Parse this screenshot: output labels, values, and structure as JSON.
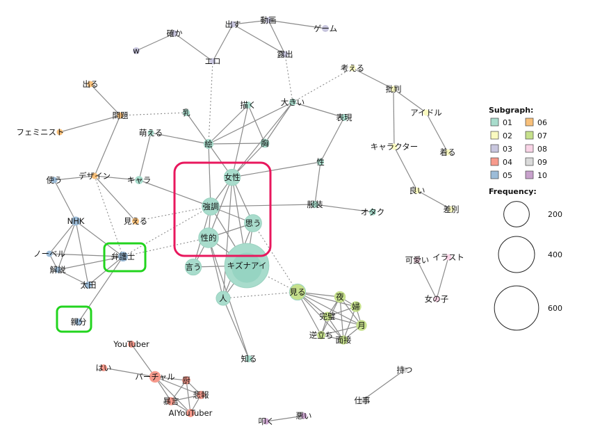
{
  "colors": {
    "01": "#a8dccc",
    "02": "#fafac0",
    "03": "#c8c6de",
    "04": "#f79a8c",
    "05": "#9cbcd8",
    "06": "#f8c07a",
    "07": "#c6e08c",
    "08": "#f9d4e6",
    "09": "#dadada",
    "10": "#c8a2cc"
  },
  "legend": {
    "subgraph_title": "Subgraph:",
    "subgraph_items": [
      "01",
      "02",
      "03",
      "04",
      "05",
      "06",
      "07",
      "08",
      "09",
      "10"
    ],
    "frequency_title": "Frequency:",
    "frequency_items": [
      200,
      400,
      600
    ]
  },
  "nodes": [
    {
      "id": "kizuna",
      "label": "キズナアイ",
      "group": "01",
      "freq": 600
    },
    {
      "id": "seiteki",
      "label": "性的",
      "group": "01",
      "freq": 120
    },
    {
      "id": "kyocho",
      "label": "強調",
      "group": "01",
      "freq": 90
    },
    {
      "id": "josei",
      "label": "女性",
      "group": "01",
      "freq": 80
    },
    {
      "id": "omou",
      "label": "思う",
      "group": "01",
      "freq": 90
    },
    {
      "id": "iu",
      "label": "言う",
      "group": "01",
      "freq": 80
    },
    {
      "id": "hito",
      "label": "人",
      "group": "01",
      "freq": 60
    },
    {
      "id": "e",
      "label": "絵",
      "group": "01",
      "freq": 30
    },
    {
      "id": "mune",
      "label": "胸",
      "group": "01",
      "freq": 25
    },
    {
      "id": "kaku",
      "label": "描く",
      "group": "01",
      "freq": 15
    },
    {
      "id": "chichi",
      "label": "乳",
      "group": "01",
      "freq": 15
    },
    {
      "id": "okii",
      "label": "大きい",
      "group": "01",
      "freq": 15
    },
    {
      "id": "hyogen",
      "label": "表現",
      "group": "01",
      "freq": 15
    },
    {
      "id": "sei",
      "label": "性",
      "group": "01",
      "freq": 15
    },
    {
      "id": "fukuso",
      "label": "服装",
      "group": "01",
      "freq": 15
    },
    {
      "id": "otaku",
      "label": "オタク",
      "group": "01",
      "freq": 15
    },
    {
      "id": "kyara",
      "label": "キャラ",
      "group": "01",
      "freq": 20
    },
    {
      "id": "moeru",
      "label": "萌える",
      "group": "01",
      "freq": 12
    },
    {
      "id": "shiru",
      "label": "知る",
      "group": "01",
      "freq": 15
    },
    {
      "id": "miru",
      "label": "見る",
      "group": "07",
      "freq": 80
    },
    {
      "id": "yoru",
      "label": "夜",
      "group": "07",
      "freq": 40
    },
    {
      "id": "tsuma",
      "label": "婦",
      "group": "07",
      "freq": 35
    },
    {
      "id": "kanpeki",
      "label": "完璧",
      "group": "07",
      "freq": 25
    },
    {
      "id": "tsuki",
      "label": "月",
      "group": "07",
      "freq": 35
    },
    {
      "id": "gyakudachi",
      "label": "逆立ち",
      "group": "07",
      "freq": 20
    },
    {
      "id": "mensetsu",
      "label": "面接",
      "group": "07",
      "freq": 25
    },
    {
      "id": "bengoshi",
      "label": "弁護士",
      "group": "05",
      "freq": 30
    },
    {
      "id": "nhk",
      "label": "NHK",
      "group": "05",
      "freq": 25
    },
    {
      "id": "nobel",
      "label": "ノーベル",
      "group": "05",
      "freq": 12
    },
    {
      "id": "kaisetsu",
      "label": "解説",
      "group": "05",
      "freq": 12
    },
    {
      "id": "ota",
      "label": "太田",
      "group": "05",
      "freq": 15
    },
    {
      "id": "oyabun",
      "label": "親分",
      "group": "05",
      "freq": 15
    },
    {
      "id": "tsukau",
      "label": "使う",
      "group": "05",
      "freq": 12
    },
    {
      "id": "deru",
      "label": "出る",
      "group": "06",
      "freq": 12
    },
    {
      "id": "mondai",
      "label": "問題",
      "group": "06",
      "freq": 12
    },
    {
      "id": "feminist",
      "label": "フェミニスト",
      "group": "06",
      "freq": 12
    },
    {
      "id": "design",
      "label": "デザイン",
      "group": "06",
      "freq": 12
    },
    {
      "id": "mieru",
      "label": "見える",
      "group": "06",
      "freq": 15
    },
    {
      "id": "kangaeru",
      "label": "考える",
      "group": "02",
      "freq": 12
    },
    {
      "id": "hihan",
      "label": "批判",
      "group": "02",
      "freq": 12
    },
    {
      "id": "idol",
      "label": "アイドル",
      "group": "02",
      "freq": 12
    },
    {
      "id": "kiru",
      "label": "着る",
      "group": "02",
      "freq": 12
    },
    {
      "id": "character",
      "label": "キャラクター",
      "group": "02",
      "freq": 12
    },
    {
      "id": "yoi",
      "label": "良い",
      "group": "02",
      "freq": 12
    },
    {
      "id": "sabetsu",
      "label": "差別",
      "group": "02",
      "freq": 12
    },
    {
      "id": "dasu",
      "label": "出す",
      "group": "03",
      "freq": 12
    },
    {
      "id": "doga",
      "label": "動画",
      "group": "03",
      "freq": 12
    },
    {
      "id": "game",
      "label": "ゲーム",
      "group": "03",
      "freq": 15
    },
    {
      "id": "ero",
      "label": "エロ",
      "group": "03",
      "freq": 12
    },
    {
      "id": "roshutsu",
      "label": "露出",
      "group": "03",
      "freq": 12
    },
    {
      "id": "tashika",
      "label": "確か",
      "group": "03",
      "freq": 12
    },
    {
      "id": "w",
      "label": "w",
      "group": "03",
      "freq": 15
    },
    {
      "id": "youtuber",
      "label": "YouTuber",
      "group": "04",
      "freq": 15
    },
    {
      "id": "hai",
      "label": "はい",
      "group": "04",
      "freq": 15
    },
    {
      "id": "virtual",
      "label": "バーチャル",
      "group": "04",
      "freq": 40
    },
    {
      "id": "tsukasa",
      "label": "厨",
      "group": "04",
      "freq": 20
    },
    {
      "id": "hiho",
      "label": "悲報",
      "group": "04",
      "freq": 20
    },
    {
      "id": "bogen",
      "label": "暴言",
      "group": "04",
      "freq": 20
    },
    {
      "id": "aiyoutuber",
      "label": "AIYouTuber",
      "group": "04",
      "freq": 20
    },
    {
      "id": "kawaii",
      "label": "可愛い",
      "group": "08",
      "freq": 12
    },
    {
      "id": "illust",
      "label": "イラスト",
      "group": "08",
      "freq": 12
    },
    {
      "id": "onnanoko",
      "label": "女の子",
      "group": "08",
      "freq": 12
    },
    {
      "id": "motsu",
      "label": "持つ",
      "group": "09",
      "freq": 12
    },
    {
      "id": "shigoto",
      "label": "仕事",
      "group": "09",
      "freq": 12
    },
    {
      "id": "tataku",
      "label": "叩く",
      "group": "10",
      "freq": 12
    },
    {
      "id": "warui",
      "label": "悪い",
      "group": "10",
      "freq": 12
    }
  ]
}
